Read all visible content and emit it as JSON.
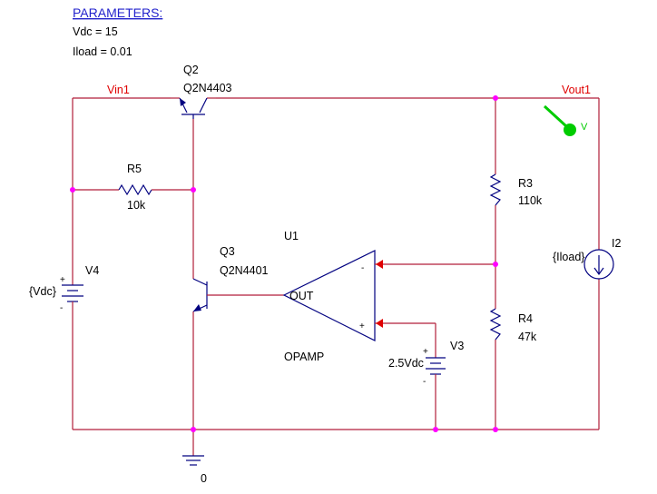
{
  "parameters": {
    "title": "PARAMETERS:",
    "lines": [
      "Vdc = 15",
      "Iload = 0.01"
    ]
  },
  "nets": {
    "vin": "Vin1",
    "vout": "Vout1",
    "ground": "0"
  },
  "components": {
    "q2": {
      "ref": "Q2",
      "model": "Q2N4403"
    },
    "q3": {
      "ref": "Q3",
      "model": "Q2N4401"
    },
    "r5": {
      "ref": "R5",
      "value": "10k"
    },
    "r3": {
      "ref": "R3",
      "value": "110k"
    },
    "r4": {
      "ref": "R4",
      "value": "47k"
    },
    "u1": {
      "ref": "U1",
      "type": "OPAMP",
      "out_label": "OUT",
      "minus": "-",
      "plus": "+"
    },
    "v4": {
      "ref": "V4",
      "value": "{Vdc}",
      "plus": "+",
      "minus": "-"
    },
    "v3": {
      "ref": "V3",
      "value": "2.5Vdc",
      "plus": "+",
      "minus": "-"
    },
    "i2": {
      "ref": "I2",
      "value": "{Iload}"
    }
  },
  "probe": {
    "label": "V",
    "color": "#00cc00"
  },
  "colors": {
    "wire": "#b21f3a",
    "symbol": "#000080",
    "node": "#ff00ff",
    "net_label": "#e00000",
    "parameter_title": "#2222cc"
  }
}
